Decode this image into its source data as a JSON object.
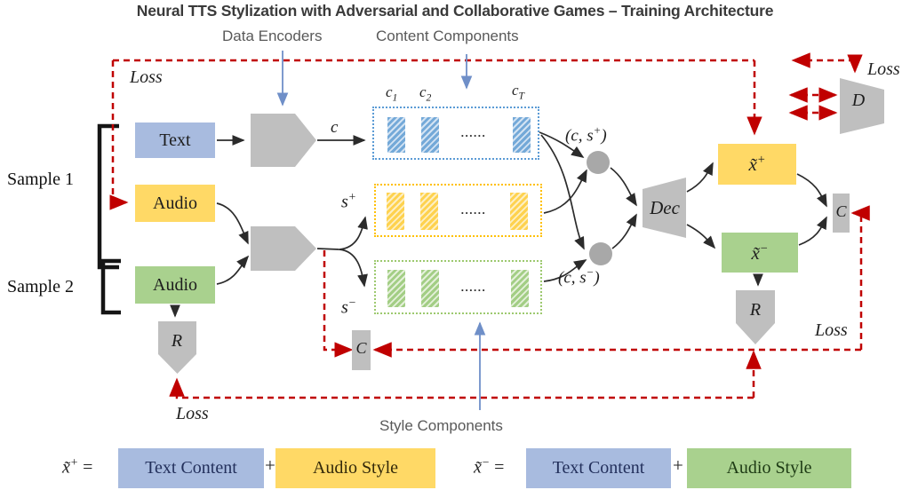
{
  "title": "Neural TTS Stylization with Adversarial and Collaborative Games – Training Architecture",
  "annotations": {
    "data_encoders": "Data Encoders",
    "content_components": "Content Components",
    "style_components": "Style Components"
  },
  "loss": {
    "top_left": "Loss",
    "top_right": "Loss",
    "bottom_right": "Loss",
    "bottom_left": "Loss"
  },
  "samples": {
    "sample1": "Sample 1",
    "sample2": "Sample 2"
  },
  "boxes": {
    "text": "Text",
    "audio_s1": "Audio",
    "audio_s2": "Audio",
    "x_pos": {
      "base": "x̃",
      "sup": "+"
    },
    "x_neg": {
      "base": "x̃",
      "sup": "−"
    }
  },
  "nodes": {
    "dec": "Dec",
    "d": "D",
    "r_left": "R",
    "r_right": "R",
    "c_left": "C",
    "c_right": "C"
  },
  "content_row": {
    "c1": {
      "base": "c",
      "sub": "1"
    },
    "c2": {
      "base": "c",
      "sub": "2"
    },
    "cT": {
      "base": "c",
      "sub": "T"
    },
    "dots": "......"
  },
  "style_rows": {
    "s_plus": {
      "base": "s",
      "sup": "+"
    },
    "s_minus": {
      "base": "s",
      "sup": "−"
    },
    "dots_plus": "......",
    "dots_minus": "......"
  },
  "edge_labels": {
    "c": "c",
    "pair_plus": {
      "open": "(c, s",
      "sup": "+",
      "close": ")"
    },
    "pair_minus": {
      "open": "(c, s",
      "sup": "−",
      "close": ")"
    }
  },
  "formulas": {
    "f1": {
      "lhs_base": "x̃",
      "lhs_sup": "+",
      "eq": "=",
      "term1": "Text Content",
      "op": "+",
      "term2": "Audio Style"
    },
    "f2": {
      "lhs_base": "x̃",
      "lhs_sup": "−",
      "eq": "=",
      "term1": "Text Content",
      "op": "+",
      "term2": "Audio Style"
    }
  },
  "palette": {
    "blue": "#a8bbdf",
    "yellow": "#ffd966",
    "green": "#a9d18e",
    "gray": "#bfbfbf",
    "loss_red": "#c00000",
    "annotation_blue": "#6f8fc8"
  }
}
